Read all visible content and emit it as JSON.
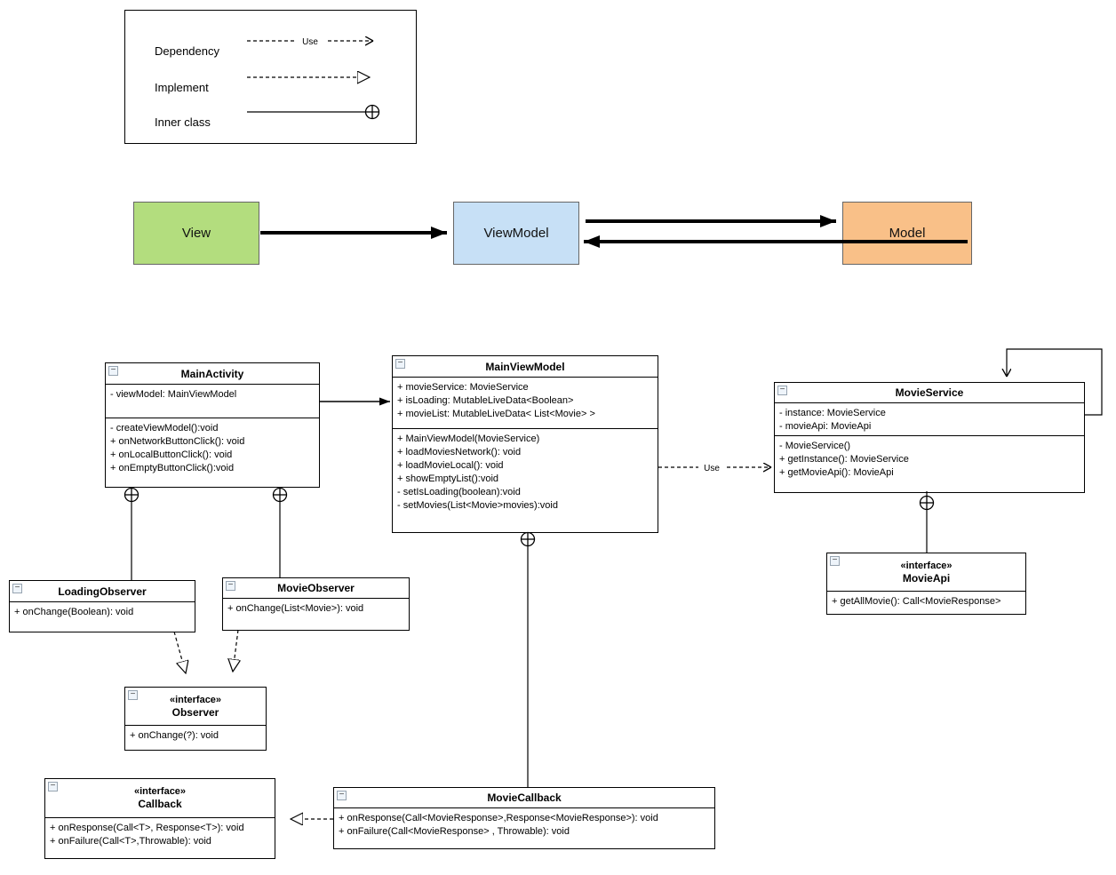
{
  "legend": {
    "items": [
      {
        "label": "Dependency",
        "mid_label": "Use"
      },
      {
        "label": "Implement"
      },
      {
        "label": "Inner class"
      }
    ]
  },
  "mvvm": {
    "view": {
      "label": "View",
      "fill": "#b3dd7e"
    },
    "viewmodel": {
      "label": "ViewModel",
      "fill": "#c7e0f6"
    },
    "model": {
      "label": "Model",
      "fill": "#f9c088"
    }
  },
  "connectors": {
    "use_label": "Use"
  },
  "classes": {
    "main_activity": {
      "title": "MainActivity",
      "attributes": [
        "- viewModel: MainViewModel"
      ],
      "methods": [
        "- createViewModel():void",
        "+ onNetworkButtonClick(): void",
        "+ onLocalButtonClick(): void",
        "+ onEmptyButtonClick():void"
      ]
    },
    "main_viewmodel": {
      "title": "MainViewModel",
      "attributes": [
        "+ movieService: MovieService",
        "+ isLoading: MutableLiveData<Boolean>",
        "+ movieList: MutableLiveData< List<Movie> >"
      ],
      "methods": [
        "+ MainViewModel(MovieService)",
        "+ loadMoviesNetwork(): void",
        "+ loadMovieLocal(): void",
        "+ showEmptyList():void",
        "- setIsLoading(boolean):void",
        "- setMovies(List<Movie>movies):void"
      ]
    },
    "movie_service": {
      "title": "MovieService",
      "attributes": [
        "- instance: MovieService",
        "- movieApi: MovieApi"
      ],
      "methods": [
        "- MovieService()",
        "+ getInstance(): MovieService",
        "+ getMovieApi(): MovieApi"
      ]
    },
    "loading_observer": {
      "title": "LoadingObserver",
      "methods": [
        "+ onChange(Boolean): void"
      ]
    },
    "movie_observer": {
      "title": "MovieObserver",
      "methods": [
        "+ onChange(List<Movie>): void"
      ]
    },
    "observer": {
      "stereotype": "«interface»",
      "title": "Observer",
      "methods": [
        "+ onChange(?): void"
      ]
    },
    "movie_api": {
      "stereotype": "«interface»",
      "title": "MovieApi",
      "methods": [
        "+ getAllMovie(): Call<MovieResponse>"
      ]
    },
    "callback": {
      "stereotype": "«interface»",
      "title": "Callback",
      "methods": [
        "+ onResponse(Call<T>, Response<T>): void",
        "+ onFailure(Call<T>,Throwable): void"
      ]
    },
    "movie_callback": {
      "title": "MovieCallback",
      "methods": [
        "+ onResponse(Call<MovieResponse>,Response<MovieResponse>): void",
        "+ onFailure(Call<MovieResponse> , Throwable): void"
      ]
    }
  },
  "icons": {
    "collapse": "−"
  }
}
